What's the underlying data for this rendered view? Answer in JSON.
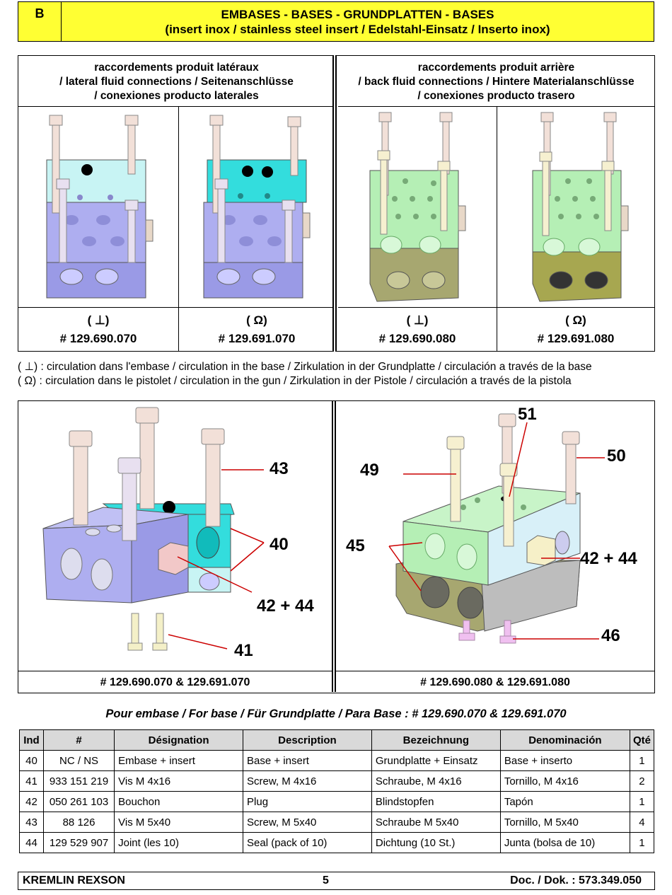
{
  "header": {
    "section": "B",
    "title_line1": "EMBASES - BASES - GRUNDPLATTEN - BASES",
    "title_line2": "(insert inox / stainless steel insert / Edelstahl-Einsatz / Inserto inox)"
  },
  "top_table": {
    "lateral": {
      "line1": "raccordements produit latéraux",
      "line2": "/ lateral fluid connections / Seitenanschlüsse",
      "line3": "/ conexiones producto laterales"
    },
    "back": {
      "line1": "raccordements produit arrière",
      "line2": "/ back fluid connections / Hintere Materialanschlüsse",
      "line3": "/ conexiones producto trasero"
    },
    "items": [
      {
        "symbol": "( ⊥)",
        "ref": "#  129.690.070"
      },
      {
        "symbol": "( Ω)",
        "ref": "#  129.691.070"
      },
      {
        "symbol": "( ⊥)",
        "ref": "#  129.690.080"
      },
      {
        "symbol": "( Ω)",
        "ref": "#  129.691.080"
      }
    ]
  },
  "legend": {
    "line1": "( ⊥) : circulation dans l'embase / circulation in the base / Zirkulation in der Grundplatte / circulación a través de la base",
    "line2": "( Ω) : circulation dans le pistolet / circulation in the gun / Zirkulation in der Pistole / circulación a través de la pistola"
  },
  "diagram": {
    "left_callouts": [
      "43",
      "40",
      "42 + 44",
      "41"
    ],
    "right_callouts": [
      "51",
      "50",
      "49",
      "45",
      "42 + 44",
      "46"
    ],
    "left_caption": "# 129.690.070 & 129.691.070",
    "right_caption": "# 129.690.080 & 129.691.080"
  },
  "parts_title": "Pour embase / For base / Für Grundplatte / Para Base  :  # 129.690.070 & 129.691.070",
  "parts_table": {
    "headers": [
      "Ind",
      "#",
      "Désignation",
      "Description",
      "Bezeichnung",
      "Denominación",
      "Qté"
    ],
    "rows": [
      [
        "40",
        "NC / NS",
        "Embase + insert",
        "Base + insert",
        "Grundplatte + Einsatz",
        "Base + inserto",
        "1"
      ],
      [
        "41",
        "933 151 219",
        "Vis M 4x16",
        "Screw, M 4x16",
        "Schraube, M 4x16",
        "Tornillo, M 4x16",
        "2"
      ],
      [
        "42",
        "050 261 103",
        "Bouchon",
        "Plug",
        "Blindstopfen",
        "Tapón",
        "1"
      ],
      [
        "43",
        "88 126",
        "Vis M 5x40",
        "Screw, M 5x40",
        "Schraube M 5x40",
        "Tornillo, M 5x40",
        "4"
      ],
      [
        "44",
        "129 529 907",
        "Joint (les 10)",
        "Seal (pack of 10)",
        "Dichtung (10 St.)",
        "Junta (bolsa de 10)",
        "1"
      ]
    ]
  },
  "footer": {
    "brand": "KREMLIN REXSON",
    "page": "5",
    "doc": "Doc. / Dok. : 573.349.050"
  },
  "colors": {
    "header_bg": "#ffff33",
    "lilac": "#aeaef0",
    "cyan": "#33dddd",
    "light_cyan": "#c8f4f4",
    "green": "#b5efb5",
    "olive": "#a7a770"
  }
}
